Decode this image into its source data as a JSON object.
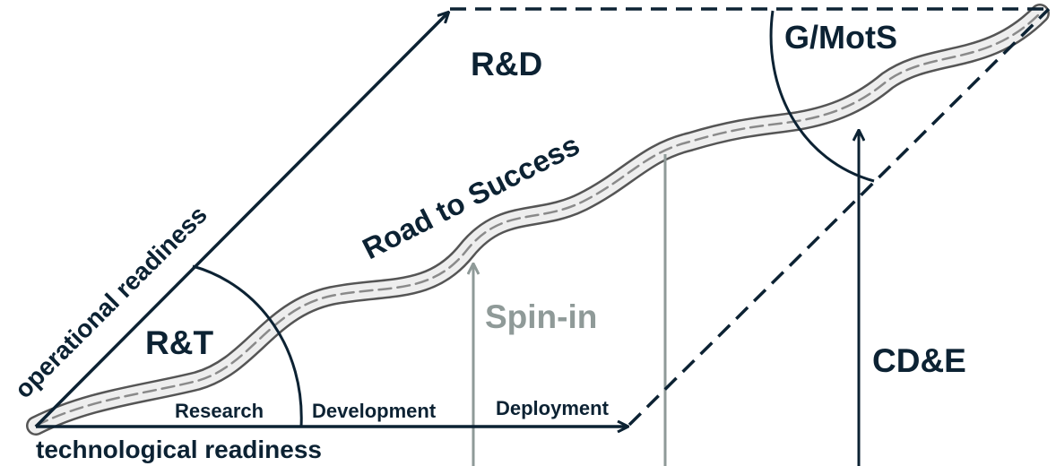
{
  "colors": {
    "axis": "#0c2233",
    "spin_in": "#8f9a98",
    "road_fill": "#eeeeee",
    "road_edge": "#555555",
    "road_dash": "#8a8a8a",
    "background": "#ffffff"
  },
  "labels": {
    "rd": "R&D",
    "gmots": "G/MotS",
    "road_to_success": "Road to Success",
    "operational_readiness": "operational readiness",
    "rt": "R&T",
    "spin_in": "Spin-in",
    "cde": "CD&E",
    "research": "Research",
    "development": "Development",
    "deployment": "Deployment",
    "technological_readiness": "technological readiness"
  }
}
